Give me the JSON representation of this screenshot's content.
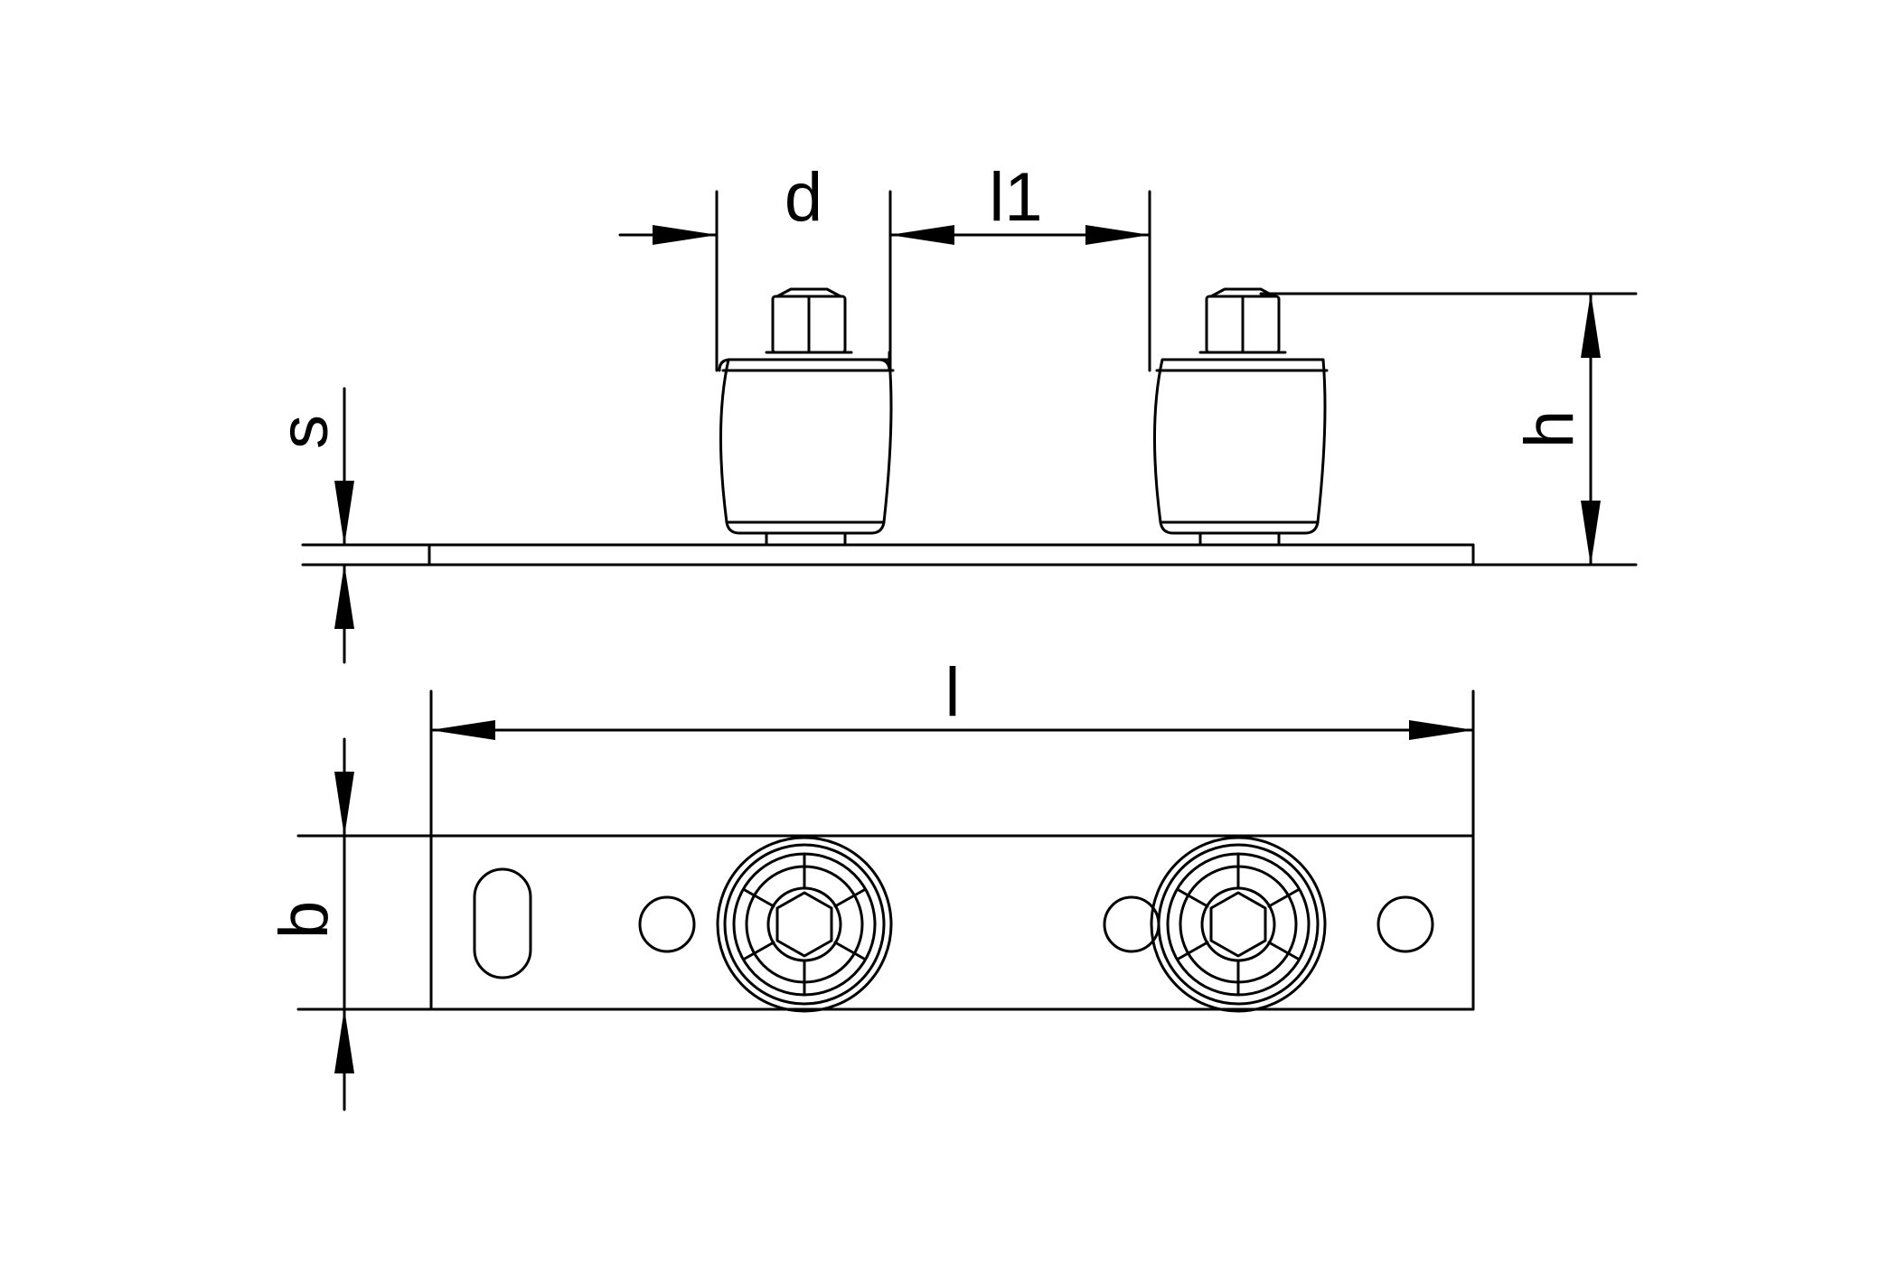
{
  "drawing": {
    "colors": {
      "line": "#000000",
      "background": "#ffffff"
    },
    "dimension_labels": {
      "d": "d",
      "l1": "l1",
      "h": "h",
      "s": "s",
      "l": "l",
      "b": "b"
    }
  }
}
